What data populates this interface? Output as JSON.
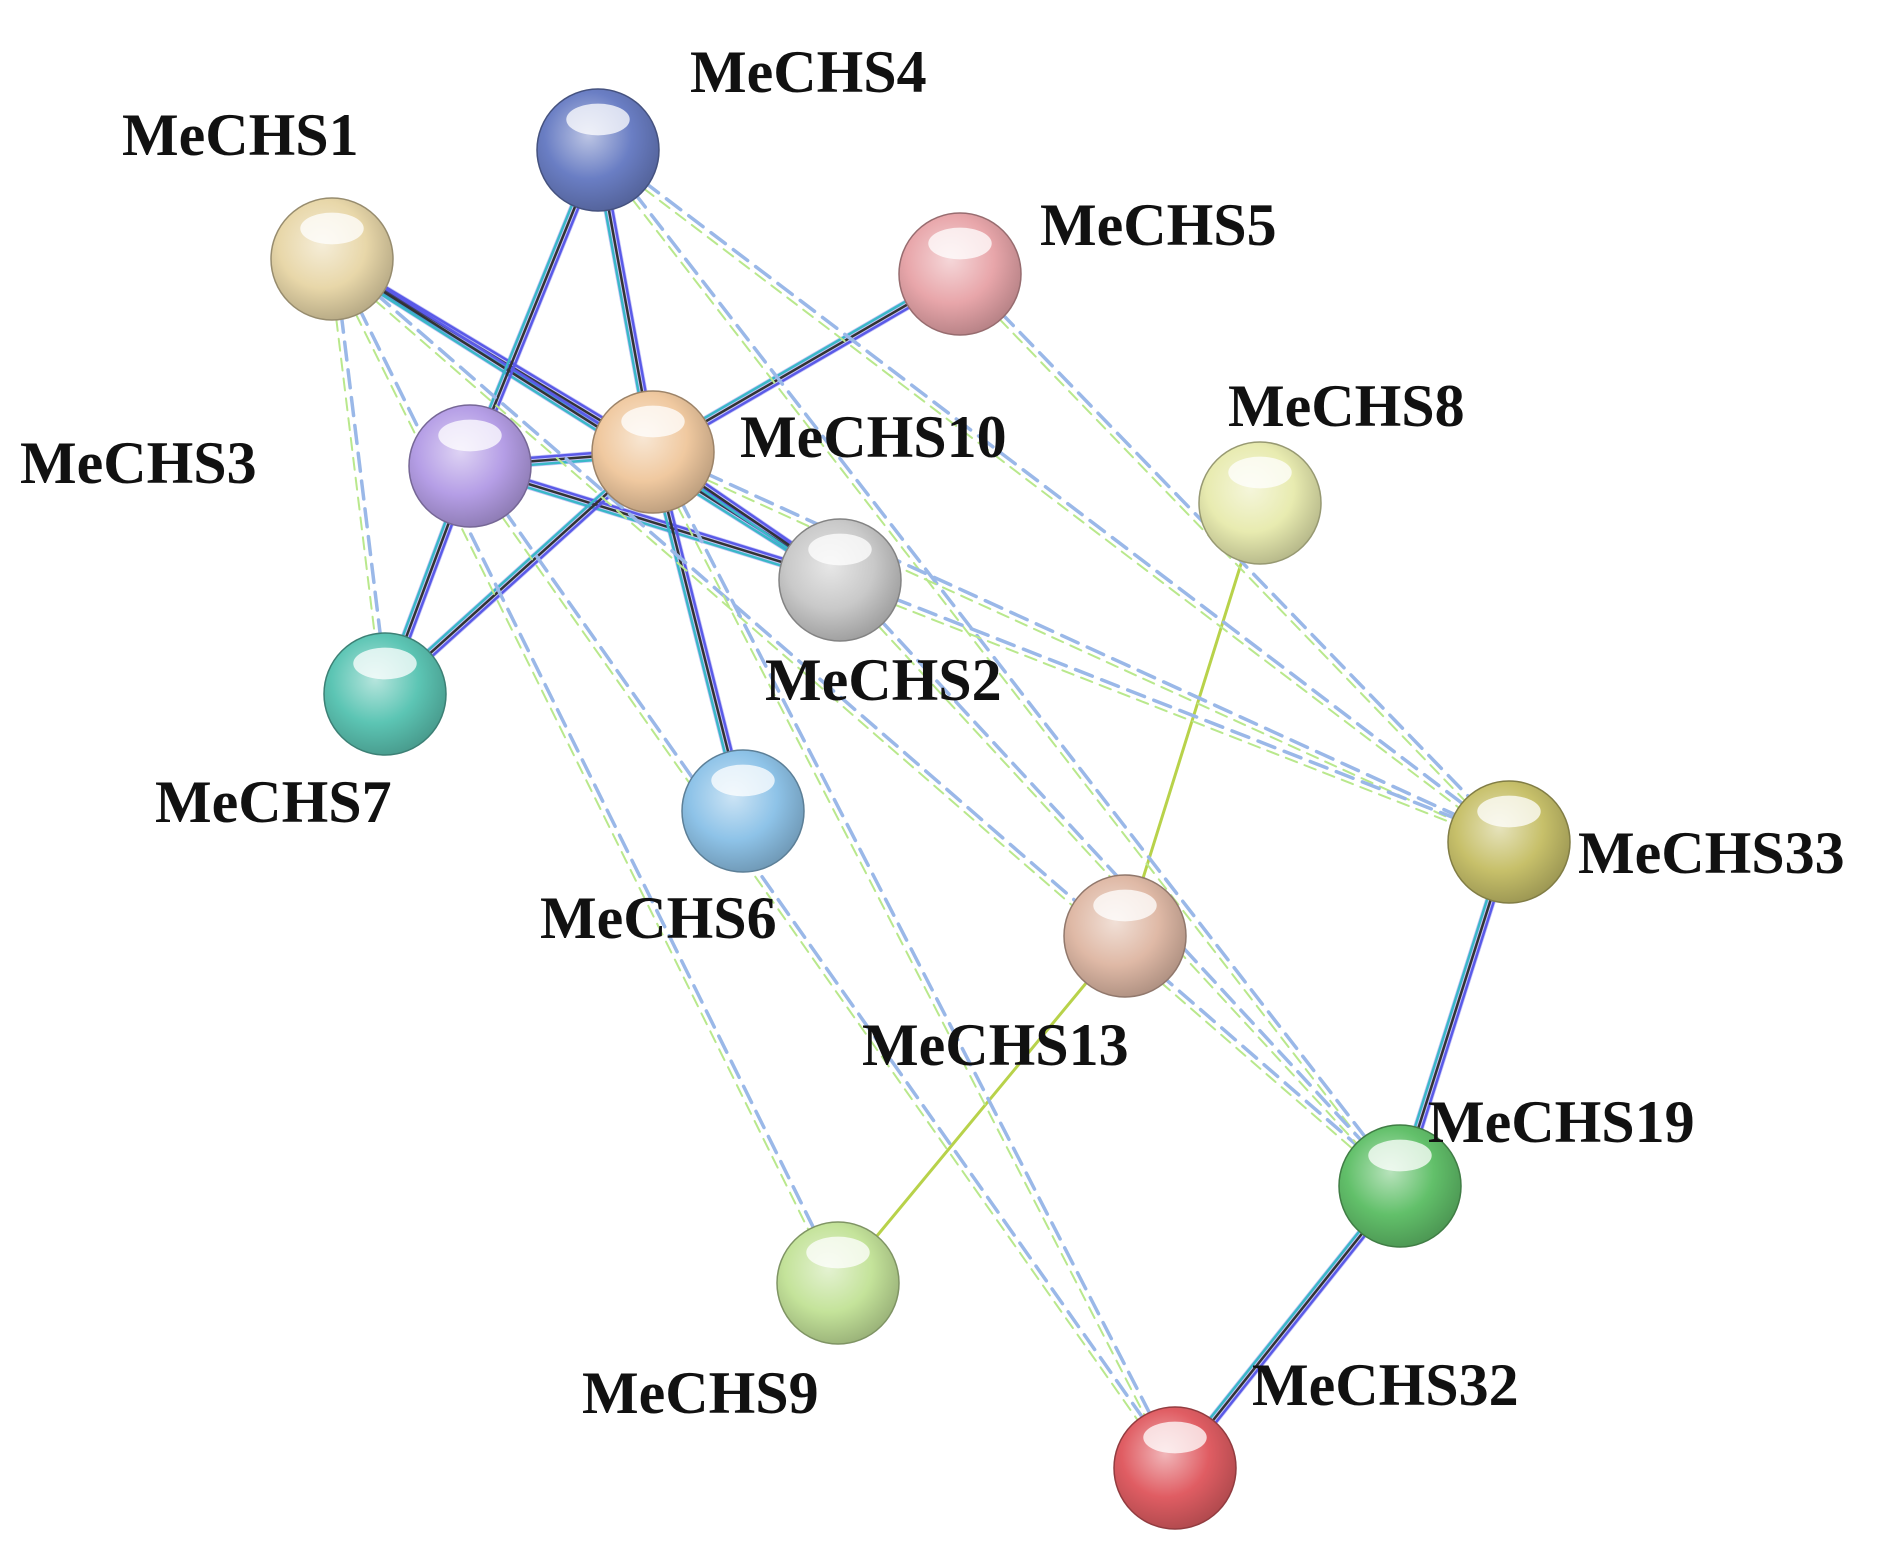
{
  "network": {
    "nodes": [
      {
        "id": "MeCHS1",
        "label": "MeCHS1",
        "color": "#e8d7a9"
      },
      {
        "id": "MeCHS2",
        "label": "MeCHS2",
        "color": "#c9c9c9"
      },
      {
        "id": "MeCHS3",
        "label": "MeCHS3",
        "color": "#b59ee6"
      },
      {
        "id": "MeCHS4",
        "label": "MeCHS4",
        "color": "#6a7ec4"
      },
      {
        "id": "MeCHS5",
        "label": "MeCHS5",
        "color": "#e8a6aa"
      },
      {
        "id": "MeCHS6",
        "label": "MeCHS6",
        "color": "#8ec3e8"
      },
      {
        "id": "MeCHS7",
        "label": "MeCHS7",
        "color": "#5cc5b4"
      },
      {
        "id": "MeCHS8",
        "label": "MeCHS8",
        "color": "#e8ebb0"
      },
      {
        "id": "MeCHS9",
        "label": "MeCHS9",
        "color": "#c4e39a"
      },
      {
        "id": "MeCHS10",
        "label": "MeCHS10",
        "color": "#f0c9a0"
      },
      {
        "id": "MeCHS13",
        "label": "MeCHS13",
        "color": "#dfb9a6"
      },
      {
        "id": "MeCHS19",
        "label": "MeCHS19",
        "color": "#62c06a"
      },
      {
        "id": "MeCHS32",
        "label": "MeCHS32",
        "color": "#e05d63"
      },
      {
        "id": "MeCHS33",
        "label": "MeCHS33",
        "color": "#c7c06a"
      }
    ],
    "edge_colors": {
      "dashed_blue": "#9ab8e8",
      "dashed_green": "#b9e88c",
      "solid_blue": "#5a5ae8",
      "solid_cyan": "#3ab8c8",
      "solid_dark": "#333333",
      "solid_olive": "#b8d24a"
    },
    "edges": [
      {
        "source": "MeCHS1",
        "target": "MeCHS10",
        "kind": "solid"
      },
      {
        "source": "MeCHS1",
        "target": "MeCHS2",
        "kind": "solid"
      },
      {
        "source": "MeCHS4",
        "target": "MeCHS10",
        "kind": "solid"
      },
      {
        "source": "MeCHS4",
        "target": "MeCHS3",
        "kind": "solid"
      },
      {
        "source": "MeCHS5",
        "target": "MeCHS10",
        "kind": "solid"
      },
      {
        "source": "MeCHS3",
        "target": "MeCHS10",
        "kind": "solid"
      },
      {
        "source": "MeCHS3",
        "target": "MeCHS2",
        "kind": "solid"
      },
      {
        "source": "MeCHS3",
        "target": "MeCHS7",
        "kind": "solid"
      },
      {
        "source": "MeCHS10",
        "target": "MeCHS2",
        "kind": "solid"
      },
      {
        "source": "MeCHS10",
        "target": "MeCHS7",
        "kind": "solid"
      },
      {
        "source": "MeCHS10",
        "target": "MeCHS6",
        "kind": "solid"
      },
      {
        "source": "MeCHS33",
        "target": "MeCHS19",
        "kind": "solid"
      },
      {
        "source": "MeCHS19",
        "target": "MeCHS32",
        "kind": "solid"
      },
      {
        "source": "MeCHS8",
        "target": "MeCHS13",
        "kind": "olive"
      },
      {
        "source": "MeCHS13",
        "target": "MeCHS9",
        "kind": "olive"
      },
      {
        "source": "MeCHS1",
        "target": "MeCHS7",
        "kind": "dashed"
      },
      {
        "source": "MeCHS1",
        "target": "MeCHS9",
        "kind": "dashed"
      },
      {
        "source": "MeCHS1",
        "target": "MeCHS19",
        "kind": "dashed"
      },
      {
        "source": "MeCHS4",
        "target": "MeCHS33",
        "kind": "dashed"
      },
      {
        "source": "MeCHS4",
        "target": "MeCHS19",
        "kind": "dashed"
      },
      {
        "source": "MeCHS5",
        "target": "MeCHS33",
        "kind": "dashed"
      },
      {
        "source": "MeCHS3",
        "target": "MeCHS32",
        "kind": "dashed"
      },
      {
        "source": "MeCHS10",
        "target": "MeCHS33",
        "kind": "dashed"
      },
      {
        "source": "MeCHS2",
        "target": "MeCHS33",
        "kind": "dashed"
      },
      {
        "source": "MeCHS2",
        "target": "MeCHS19",
        "kind": "dashed"
      },
      {
        "source": "MeCHS10",
        "target": "MeCHS32",
        "kind": "dashed"
      }
    ]
  }
}
